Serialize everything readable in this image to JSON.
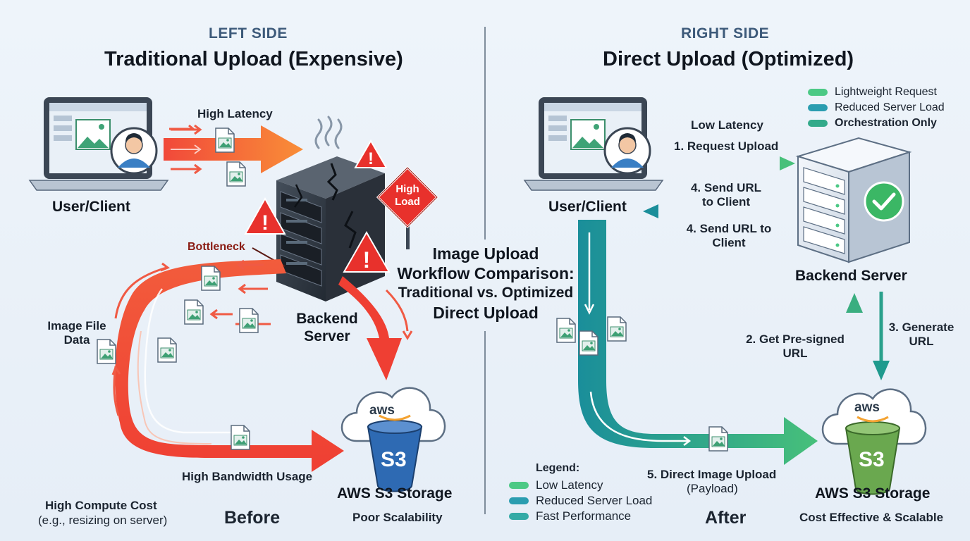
{
  "center_title": "Image Upload Workflow Comparison: Traditional vs. Optimized Direct Upload",
  "center_title_lines": [
    "Image Upload",
    "Workflow Comparison:",
    "Traditional vs. Optimized",
    "Direct Upload"
  ],
  "left": {
    "side_label": "LEFT SIDE",
    "title": "Traditional Upload (Expensive)",
    "high_latency": "High Latency",
    "user_client": "User/Client",
    "bottleneck": "Bottleneck",
    "backend_server": [
      "Backend",
      "Server"
    ],
    "high_load_sign": [
      "High",
      "Load"
    ],
    "image_file_data": [
      "Image File",
      "Data"
    ],
    "high_bandwidth": "High Bandwidth Usage",
    "aws_s3": "AWS S3 Storage",
    "poor_scalability": "Poor Scalability",
    "high_compute": "High Compute Cost",
    "high_compute_sub": "(e.g., resizing on server)",
    "before": "Before"
  },
  "right": {
    "side_label": "RIGHT SIDE",
    "title": "Direct Upload (Optimized)",
    "top_legend": [
      "Lightweight Request",
      "Reduced Server Load",
      "Orchestration Only"
    ],
    "low_latency": "Low Latency",
    "step1": "1. Request Upload",
    "step4a": [
      "4. Send URL",
      "to Client"
    ],
    "step4b": [
      "4. Send URL to",
      "Client"
    ],
    "user_client": "User/Client",
    "backend_server": "Backend Server",
    "step2": [
      "2. Get Pre-signed",
      "URL"
    ],
    "step3": [
      "3. Generate",
      "URL"
    ],
    "step5": "5. Direct Image Upload",
    "step5_sub": "(Payload)",
    "aws_s3": "AWS S3 Storage",
    "cost_effective": "Cost Effective & Scalable",
    "legend_title": "Legend:",
    "legend": [
      "Low Latency",
      "Reduced Server Load",
      "Fast Performance"
    ],
    "after": "After"
  },
  "icons": {
    "aws_text": "aws",
    "s3_text": "S3",
    "names": [
      "laptop-icon",
      "user-avatar-icon",
      "server-rack-icon",
      "warning-icon",
      "checkmark-icon",
      "cloud-icon",
      "bucket-icon",
      "image-file-icon"
    ]
  },
  "colors": {
    "red": "#ef4b32",
    "orange": "#f7893a",
    "teal": "#1e9a9a",
    "green": "#46c27a",
    "server_dark": "#2e3640",
    "server_light": "#dfe6ef",
    "s3_blue": "#2e6ab3",
    "s3_green": "#6aa84f",
    "legend_green": "#4cc985",
    "legend_teal": "#2a9db0",
    "legend_teal2": "#33aaa6"
  }
}
